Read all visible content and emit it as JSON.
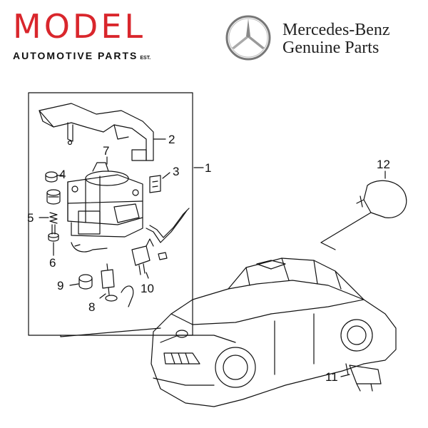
{
  "header": {
    "left_logo": {
      "wordmark": "MODEL",
      "subtitle": "AUTOMOTIVE PARTS",
      "est": "EST."
    },
    "right_logo": {
      "line1": "Mercedes-Benz",
      "line2": "Genuine Parts",
      "icon": "three-pointed-star-icon"
    }
  },
  "callouts": [
    "1",
    "2",
    "3",
    "4",
    "5",
    "6",
    "7",
    "8",
    "9",
    "10",
    "11",
    "12"
  ],
  "colors": {
    "brand_red": "#d9262c",
    "ink": "#111111"
  }
}
